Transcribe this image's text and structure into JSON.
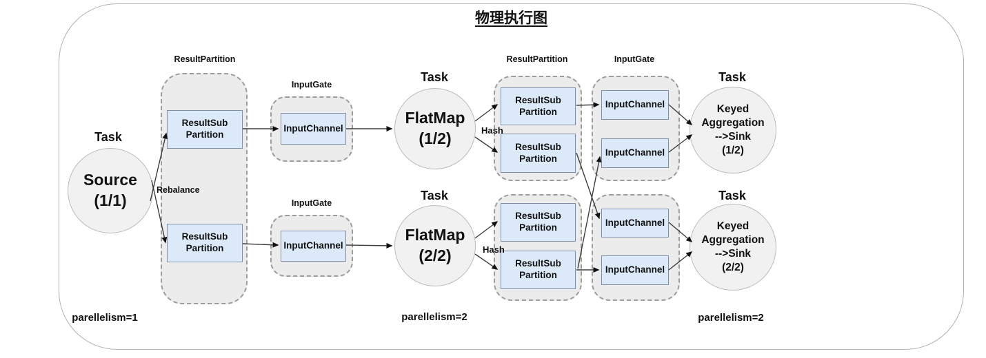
{
  "title": "物理执行图",
  "shared": {
    "task_label": "Task",
    "result_partition_label": "ResultPartition",
    "input_gate_label": "InputGate",
    "result_sub_partition": "ResultSub\nPartition",
    "input_channel": "InputChannel",
    "rebalance_label": "Rebalance",
    "hash_label": "Hash"
  },
  "nodes": {
    "source": "Source\n(1/1)",
    "flatmap_1": "FlatMap\n(1/2)",
    "flatmap_2": "FlatMap\n(2/2)",
    "keyed_agg_1": "Keyed\nAggregation\n-->Sink\n(1/2)",
    "keyed_agg_2": "Keyed\nAggregation\n-->Sink\n(2/2)"
  },
  "footers": {
    "parallelism_source": "parellelism=1",
    "parallelism_flatmap": "parellelism=2",
    "parallelism_sink": "parellelism=2"
  },
  "colors": {
    "group_fill": "#ececec",
    "group_border": "#9c9c9c",
    "box_fill": "#dbe9f8",
    "box_border": "#7f8fa6",
    "circle_fill": "#f1f1f1",
    "circle_border": "#bbbbbb",
    "edge": "#3c3c3c"
  }
}
